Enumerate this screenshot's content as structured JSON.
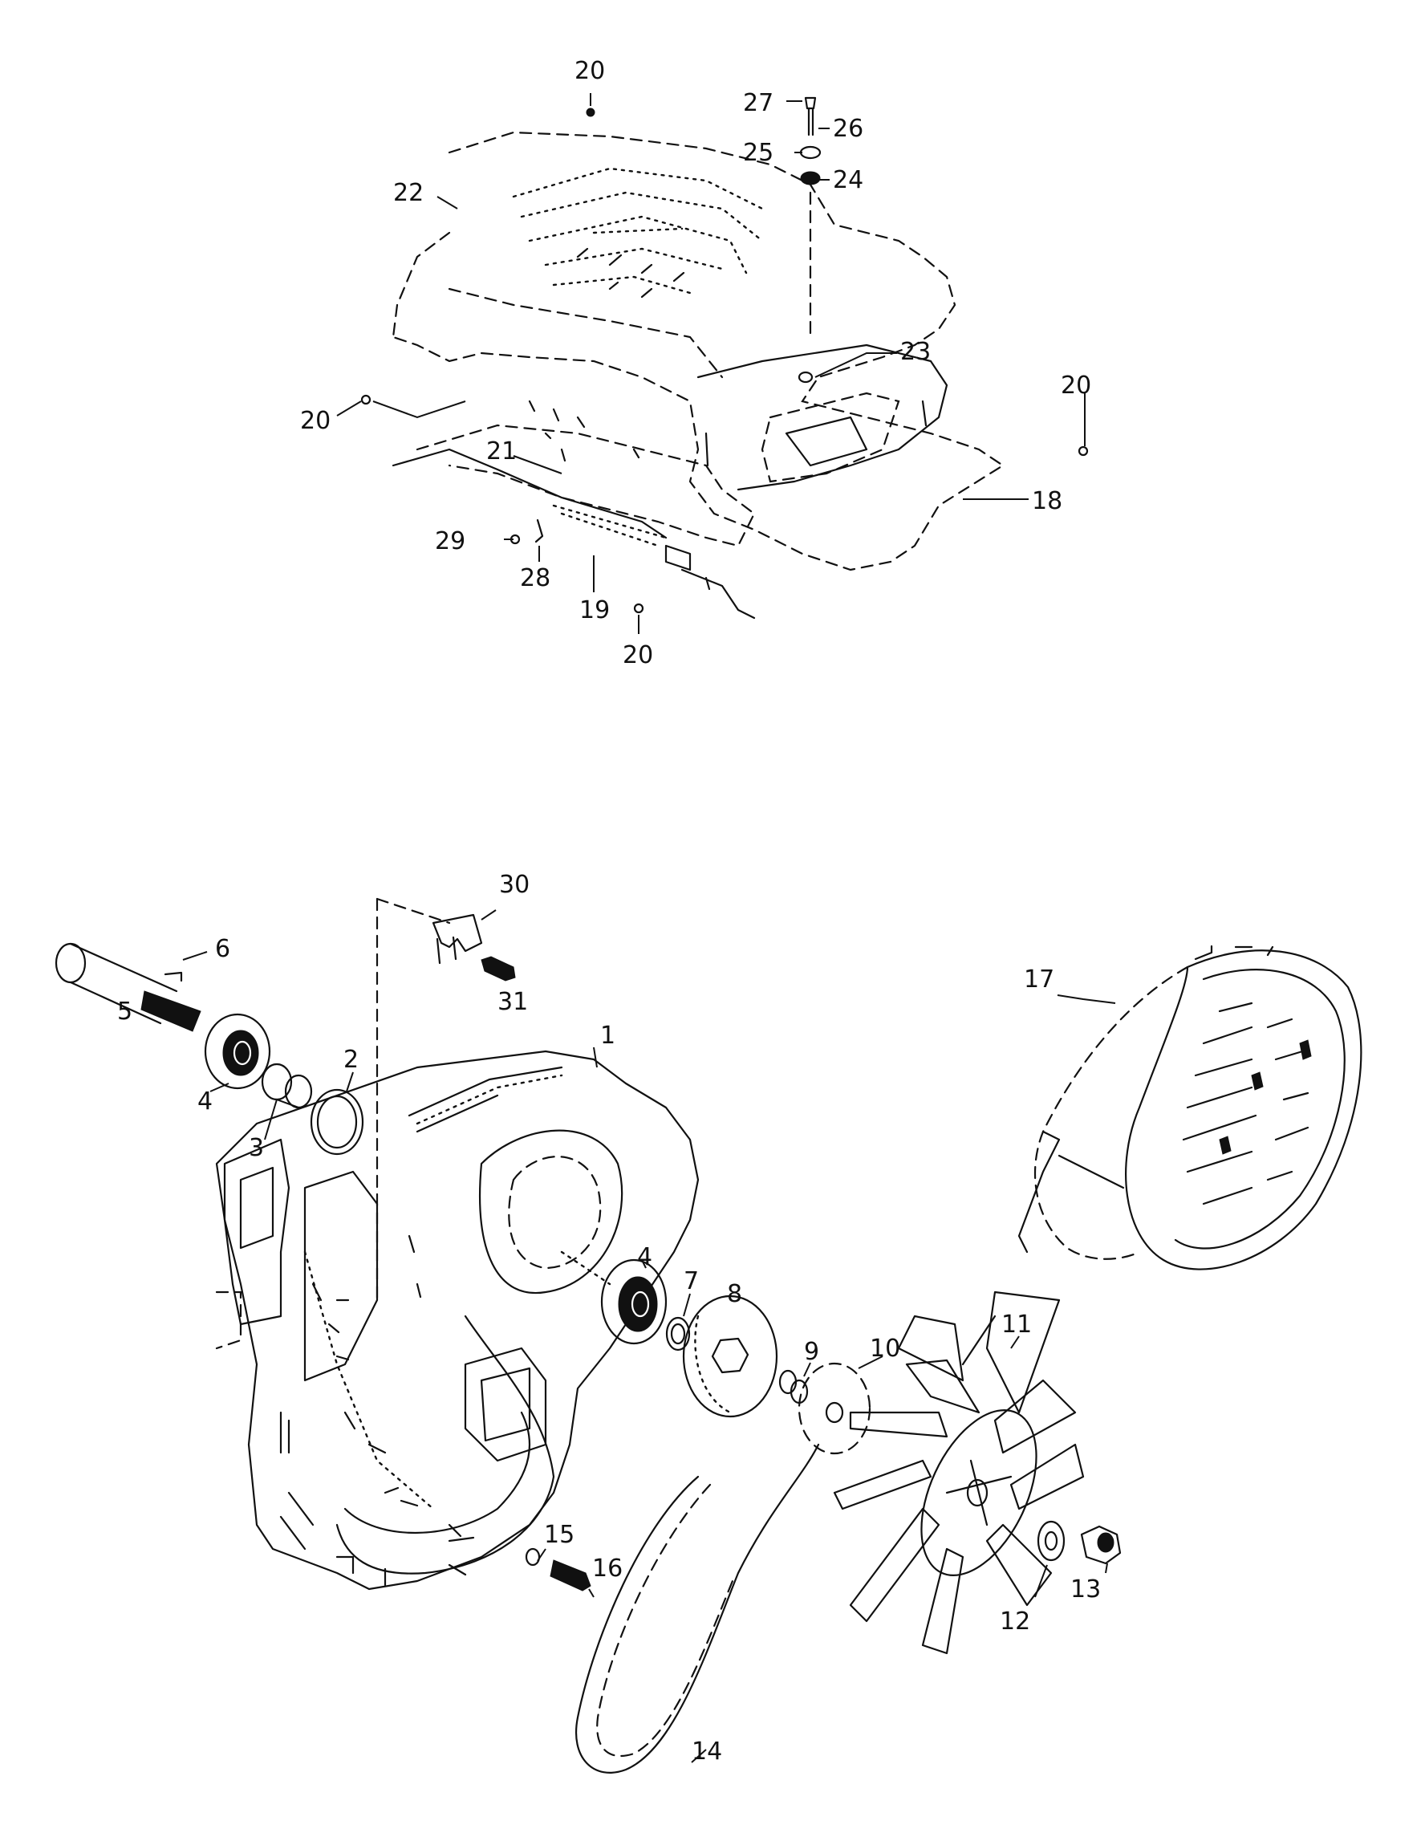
{
  "callouts": {
    "c1": "1",
    "c2": "2",
    "c3": "3",
    "c4a": "4",
    "c4b": "4",
    "c5": "5",
    "c6": "6",
    "c7": "7",
    "c8": "8",
    "c9": "9",
    "c10": "10",
    "c11": "11",
    "c12": "12",
    "c13": "13",
    "c14": "14",
    "c15": "15",
    "c16": "16",
    "c17": "17",
    "c18": "18",
    "c19": "19",
    "c20a": "20",
    "c20b": "20",
    "c20c": "20",
    "c20d": "20",
    "c21": "21",
    "c22": "22",
    "c23": "23",
    "c24": "24",
    "c25": "25",
    "c26": "26",
    "c27": "27",
    "c28": "28",
    "c29": "29",
    "c30": "30",
    "c31": "31"
  }
}
